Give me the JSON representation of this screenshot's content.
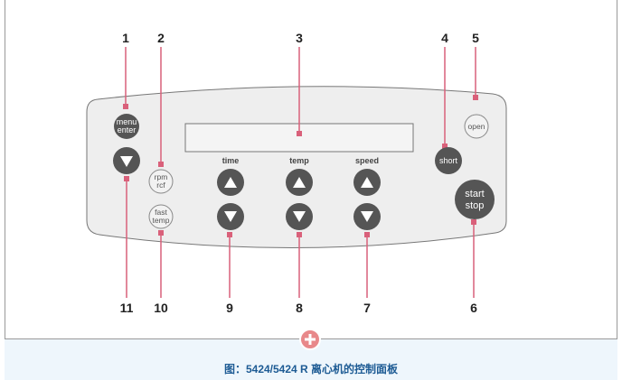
{
  "callouts": {
    "n1": "1",
    "n2": "2",
    "n3": "3",
    "n4": "4",
    "n5": "5",
    "n6": "6",
    "n7": "7",
    "n8": "8",
    "n9": "9",
    "n10": "10",
    "n11": "11"
  },
  "buttons": {
    "menu_line1": "menu",
    "menu_line2": "enter",
    "rpm_line1": "rpm",
    "rpm_line2": "rcf",
    "fast_line1": "fast",
    "fast_line2": "temp",
    "short": "short",
    "open": "open",
    "start_line1": "start",
    "start_line2": "stop"
  },
  "labels": {
    "time": "time",
    "temp": "temp",
    "speed": "speed"
  },
  "caption": "图：5424/5424 R 离心机的控制面板",
  "colors": {
    "accent": "#d9607a",
    "button": "#555555",
    "caption": "#1d5b94"
  }
}
